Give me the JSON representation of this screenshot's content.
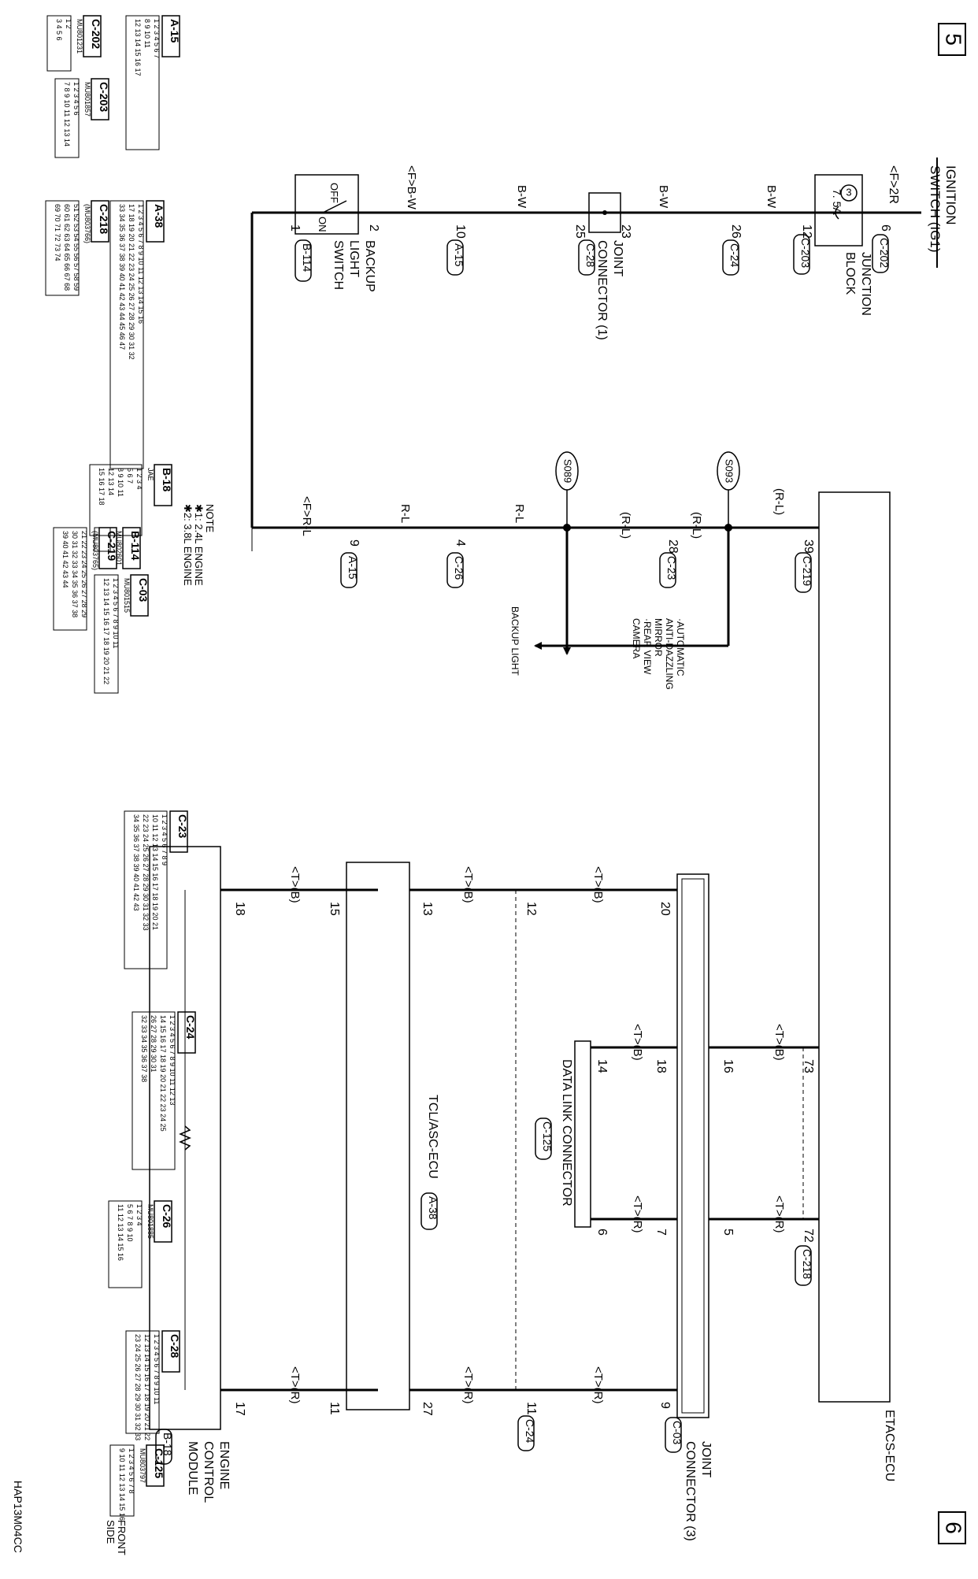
{
  "page_numbers": {
    "top": "5",
    "bottom": "6"
  },
  "figure_code": "HAP13M04CC",
  "note": {
    "heading": "NOTE",
    "line1": "✱1: 2.4L ENGINE",
    "line2": "✱2: 3.8L ENGINE"
  },
  "components": {
    "ignition_switch": [
      "IGNITION",
      "SWITCH (IG1)"
    ],
    "junction_block": [
      "JUNCTION",
      "BLOCK"
    ],
    "fuse": [
      "3",
      "7. 5A"
    ],
    "joint_connector_1": [
      "JOINT",
      "CONNECTOR (1)"
    ],
    "backup_light_switch": [
      "BACKUP",
      "LIGHT",
      "SWITCH"
    ],
    "switch_off": "OFF",
    "switch_on": "ON",
    "etacs_ecu": "ETACS-ECU",
    "data_link_connector": "DATA LINK CONNECTOR",
    "tcl_asc_ecu": "TCL/ASC-ECU",
    "engine_control_module": [
      "ENGINE",
      "CONTROL",
      "MODULE"
    ],
    "joint_connector_3": [
      "JOINT",
      "CONNECTOR (3)"
    ],
    "auto_mirror": [
      "·AUTOMATIC",
      "ANTI-DAZZLING",
      "MIRROR",
      "·REAR VIEW",
      "CAMERA"
    ],
    "backup_light": "BACKUP LIGHT",
    "front_side": [
      "FRONT",
      "SIDE"
    ]
  },
  "wire_labels": {
    "f2r": "<F>2R",
    "bw": "B-W",
    "fbw": "<F>B-W",
    "rl_paren": "(R-L)",
    "rl": "R-L",
    "frl": "<F>R-L",
    "tb": "<T>(B)",
    "tr": "<T>(R)"
  },
  "splices": [
    "S093",
    "S089"
  ],
  "pins": {
    "p6": "6",
    "p12": "12",
    "p26": "26",
    "p23": "23",
    "p25": "25",
    "p10": "10",
    "p2": "2",
    "p1": "1",
    "p39": "39",
    "p28": "28",
    "p4": "4",
    "p9": "9",
    "p73": "73",
    "p16": "16",
    "p18": "18",
    "p14": "14",
    "p72": "72",
    "p5": "5",
    "p7": "7",
    "p6b": "6",
    "p20": "20",
    "p12b": "12",
    "p13": "13",
    "p15": "15",
    "p18b": "18",
    "p9b": "9",
    "p11": "11",
    "p27": "27",
    "p11b": "11",
    "p17": "17"
  },
  "connector_ids": {
    "c202": "C-202",
    "c203": "C-203",
    "c24": "C-24",
    "c28": "C-28",
    "a15": "A-15",
    "b114": "B-114",
    "c219": "C-219",
    "c23": "C-23",
    "c26": "C-26",
    "c218": "C-218",
    "c125": "C-125",
    "a38": "A-38",
    "b18": "B-18",
    "c03": "C-03"
  },
  "legend_titles": {
    "a15": "A-15",
    "c202": "C-202",
    "c203": "C-203",
    "c218": "C-218",
    "a38": "A-38",
    "b18": "B-18",
    "b114": "B-114",
    "c219": "C-219",
    "c03": "C-03",
    "c23": "C-23",
    "c24": "C-24",
    "c26": "C-26",
    "c28": "C-28",
    "c125": "C-125"
  },
  "legend_parts": {
    "c202": "MU801231",
    "c203": "MU801857",
    "c218": "(MU803766)",
    "b114": "MU802601",
    "c219": "(MU803765)",
    "c03": "MU801515",
    "c26": "MU801885",
    "c125": "MU803797",
    "b18": "JAE",
    "b114_pins": "1 2"
  },
  "legend_rows": {
    "c202": [
      "1 2",
      "3 4 5 6"
    ],
    "a15": [
      "1 2 3 4 5 6 7",
      "8 9 10 11",
      "12 13 14 15 16 17"
    ],
    "c203": [
      "1 2 3 4 5 6",
      "7 8 9 10 11 12 13 14"
    ],
    "c218": [
      "51 52 53 54 55 56 57 58 59",
      "60 61 62 63 64 65 66 67 68",
      "69 70 71 72 73 74"
    ],
    "a38": [
      "1 2 3 4 5 6 7 8 9 10 11 12 13 14 15 16",
      "17 18 19 20 21 22 23 24 25 26 27 28 29 30 31 32",
      "33 34 35 36 37 38 39 40 41 42 43 44 45 46 47"
    ],
    "b18": [
      "1 2 3 4",
      "5 6 7",
      "8 9 10 11",
      "12 13 14",
      "15 16 17 18"
    ],
    "c03": [
      "1 2 3 4 5 6 7 8 9 10 11",
      "12 13 14 15 16 17 18 19 20 21 22"
    ],
    "c219": [
      "21 22 23 24 25 26 27 28 29",
      "30 31 32 33 34 35 36 37 38",
      "39 40 41 42 43 44"
    ],
    "c23": [
      "1 2 3 4 5 6 7 8 9",
      "10 11 12 13 14 15 16 17 18 19 20 21",
      "22 23 24 25 26 27 28 29 30 31 32 33",
      "34 35 36 37 38 39 40 41 42 43"
    ],
    "c24": [
      "1 2 3 4 5 6 7 8 9 10 11 12 13",
      "14 15 16 17 18 19 20 21 22 23 24 25",
      "26 27 28 29 30 31",
      "32 33 34 35 36 37 38"
    ],
    "c26": [
      "1 2 3 4",
      "5 6 7 8 9 10",
      "11 12 13 14 15 16"
    ],
    "c28": [
      "1 2 3 4 5 6 7 8 9 10 11",
      "12 13 14 15 16 17 18 19 20 21 22",
      "23 24 25 26 27 28 29 30 31 32 33"
    ],
    "c125": [
      "1 2 3 4 5 6 7 8",
      "9 10 11 12 13 14 15 16"
    ]
  }
}
